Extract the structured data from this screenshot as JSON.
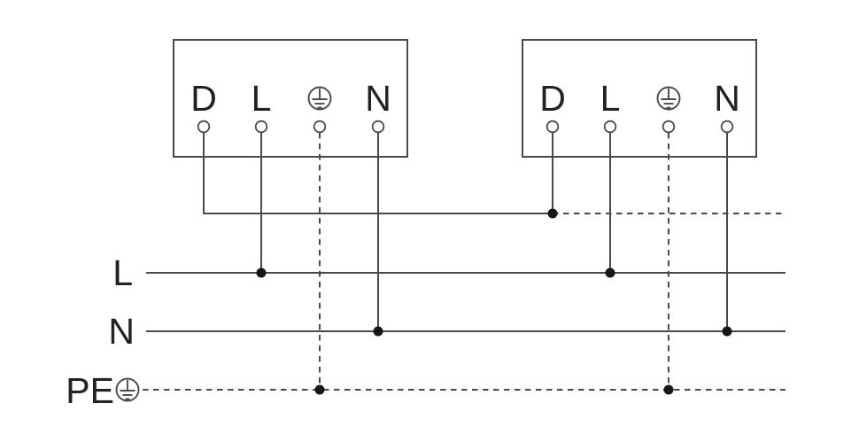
{
  "diagram_title": "",
  "colors": {
    "bg": "#ffffff",
    "line": "#4a4a4a",
    "text": "#222222",
    "dot": "#161616"
  },
  "icons": {
    "protective_earth": "earth-ground-in-circle"
  },
  "devices": [
    {
      "terminal_d": "D",
      "terminal_l": "L",
      "terminal_n": "N",
      "terminal_earth_icon": "protective-earth"
    },
    {
      "terminal_d": "D",
      "terminal_l": "L",
      "terminal_n": "N",
      "terminal_earth_icon": "protective-earth"
    }
  ],
  "buses": {
    "live_label": "L",
    "neutral_label": "N",
    "pe_label": "PE",
    "pe_icon": "protective-earth"
  }
}
